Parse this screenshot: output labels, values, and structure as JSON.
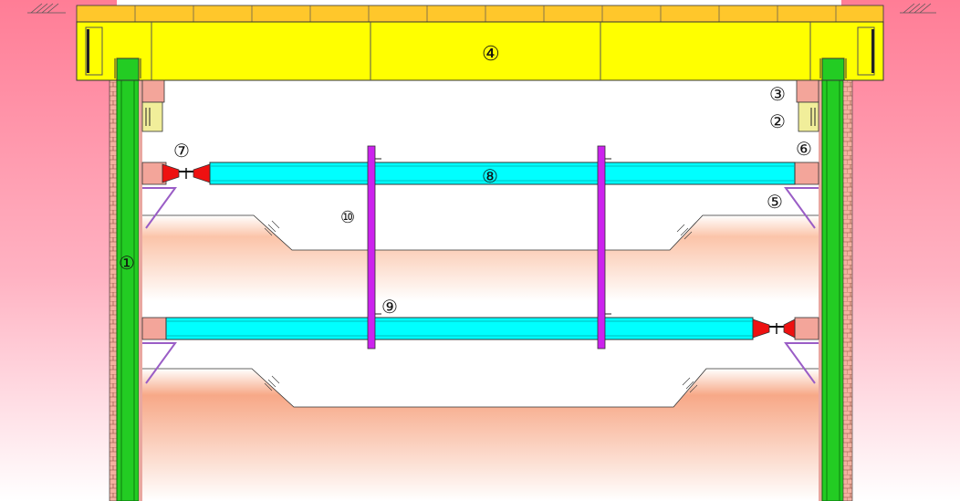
{
  "colors": {
    "soil_top": "#ff7f98",
    "soil_bottom": "#ffffff",
    "wall": "#22cc22",
    "wall_dark": "#0a7a0a",
    "cap_beam": "#ffff00",
    "cap_top": "#ffc62a",
    "strut": "#00ffff",
    "jack": "#ee1111",
    "post": "#cc22ee",
    "bracket": "#b46fd6",
    "corbel": "#f1ee9a",
    "pad": "#f3a59a",
    "excavation": "#f6a081",
    "steel_outline": "#222222"
  },
  "labels": {
    "l1": "①",
    "l2": "②",
    "l3": "③",
    "l4": "④",
    "l5": "⑤",
    "l6": "⑥",
    "l7": "⑦",
    "l8": "⑧",
    "l9": "⑨",
    "l10": "⑩"
  }
}
